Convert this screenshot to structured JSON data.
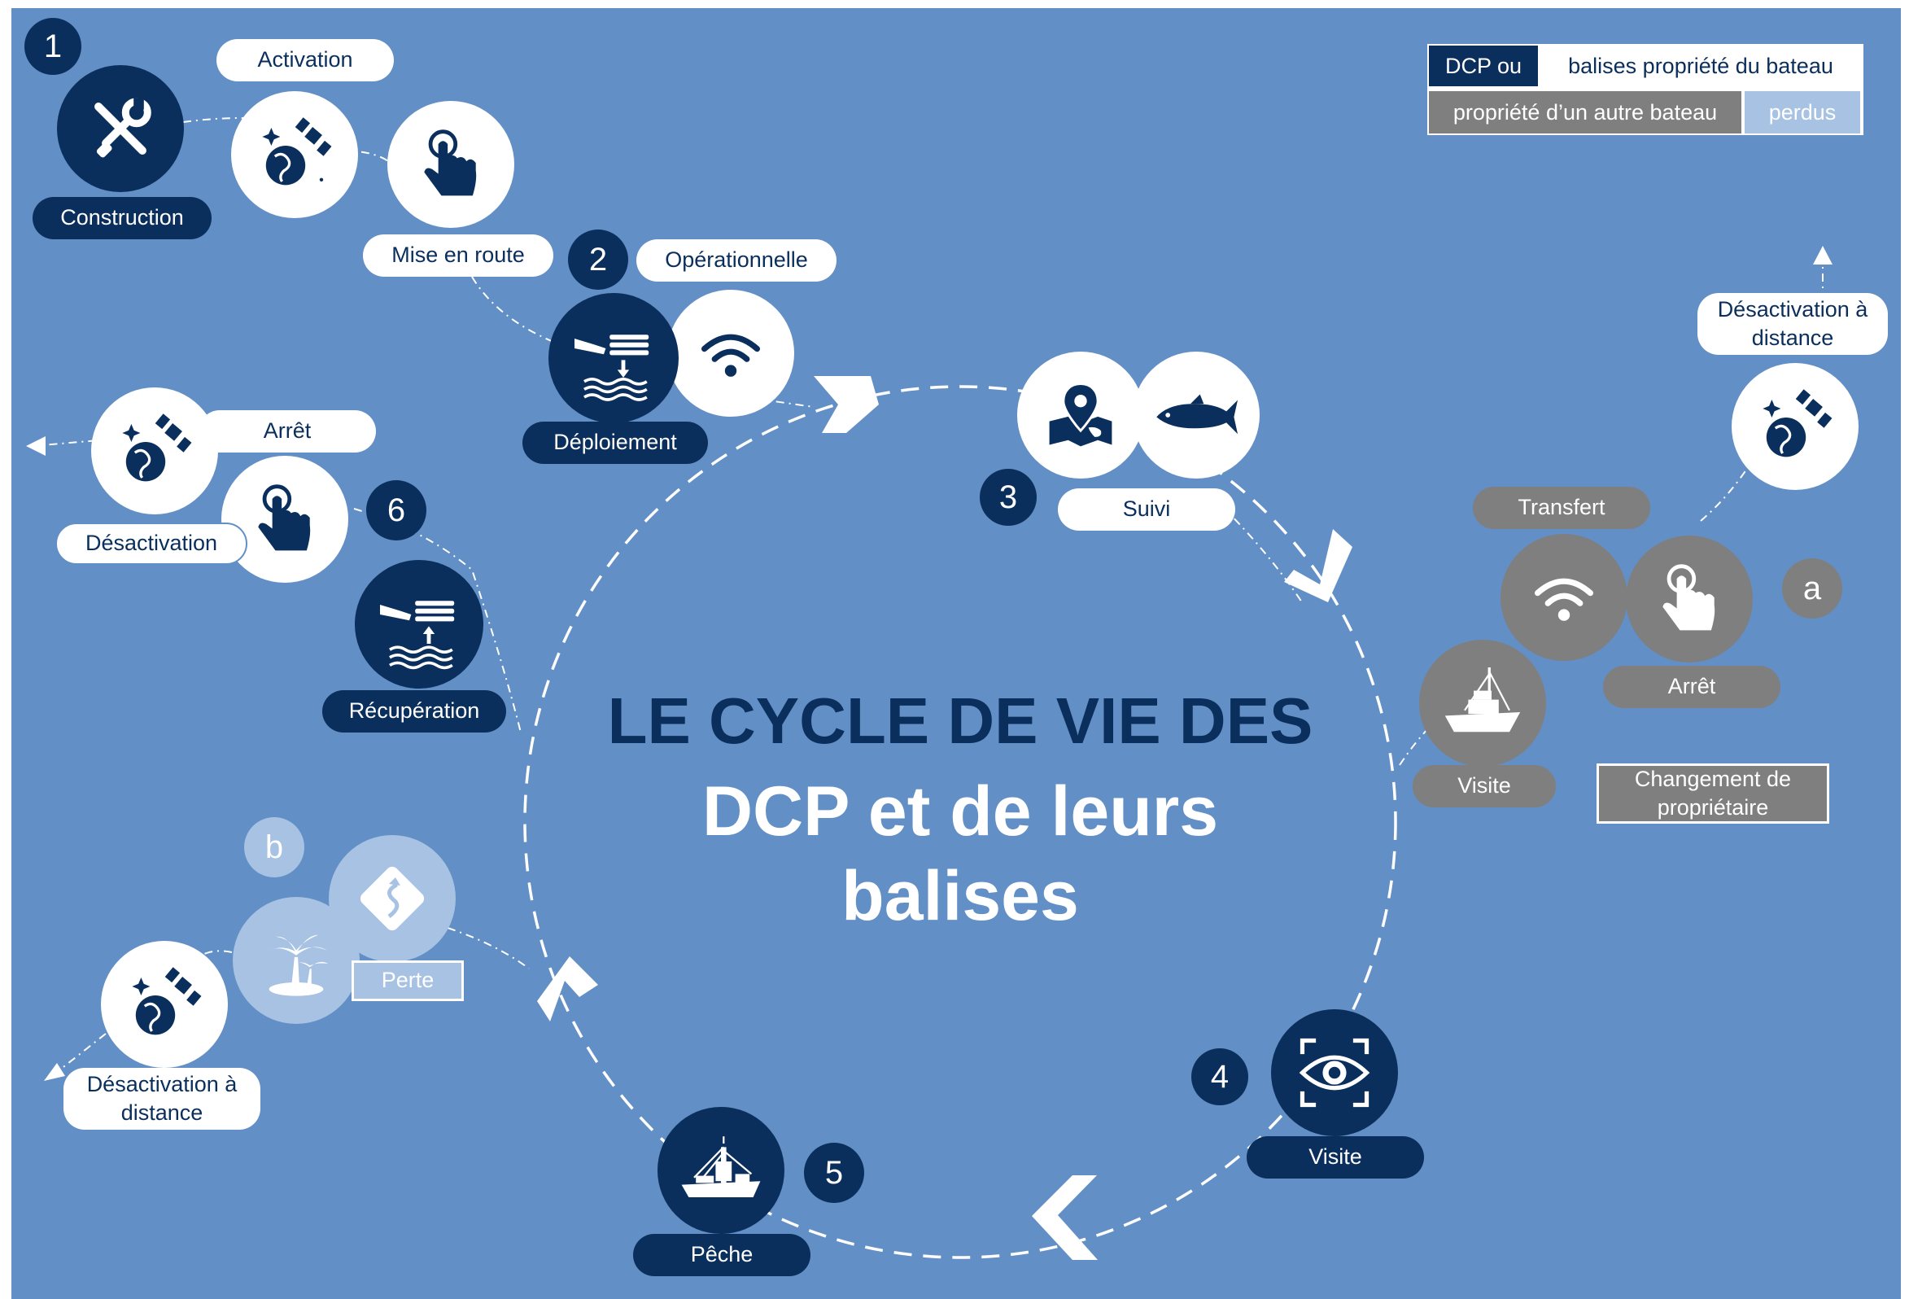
{
  "title": {
    "line1": "LE CYCLE DE VIE DES",
    "line2": "DCP et de leurs",
    "line3": "balises"
  },
  "legend": {
    "dcp_ou": "DCP ou",
    "own_beacons": "balises propriété du bateau",
    "other_boat": "propriété d’un autre bateau",
    "lost": "perdus"
  },
  "colors": {
    "background": "#628fc5",
    "own": "#0a2f5c",
    "other": "#7f7f7f",
    "lost": "#a7c2e2",
    "label": "#ffffff"
  },
  "steps": {
    "s1": {
      "number": "1",
      "construction": "Construction",
      "activation": "Activation",
      "mise_en_route": "Mise en route"
    },
    "s2": {
      "number": "2",
      "operationnelle": "Opérationnelle",
      "deploiement": "Déploiement"
    },
    "s3": {
      "number": "3",
      "suivi": "Suivi"
    },
    "s4": {
      "number": "4",
      "visite": "Visite"
    },
    "s5": {
      "number": "5",
      "peche": "Pêche"
    },
    "s6": {
      "number": "6",
      "recuperation": "Récupération",
      "arret": "Arrêt",
      "desactivation": "Désactivation"
    }
  },
  "branch_a": {
    "letter": "a",
    "transfert": "Transfert",
    "arret": "Arrêt",
    "visite": "Visite",
    "changement": "Changement de propriétaire",
    "desactivation_distance": "Désactivation à distance"
  },
  "branch_b": {
    "letter": "b",
    "perte": "Perte",
    "desactivation_distance": "Désactivation à distance"
  },
  "icons": [
    "tools-icon",
    "satellite-earth-icon",
    "hand-press-icon",
    "wifi-icon",
    "deploy-fad-icon",
    "map-pin-icon",
    "tuna-fish-icon",
    "eye-scan-icon",
    "fishing-vessel-icon",
    "retrieve-fad-icon",
    "small-boat-icon",
    "island-icon",
    "drift-sign-icon"
  ]
}
